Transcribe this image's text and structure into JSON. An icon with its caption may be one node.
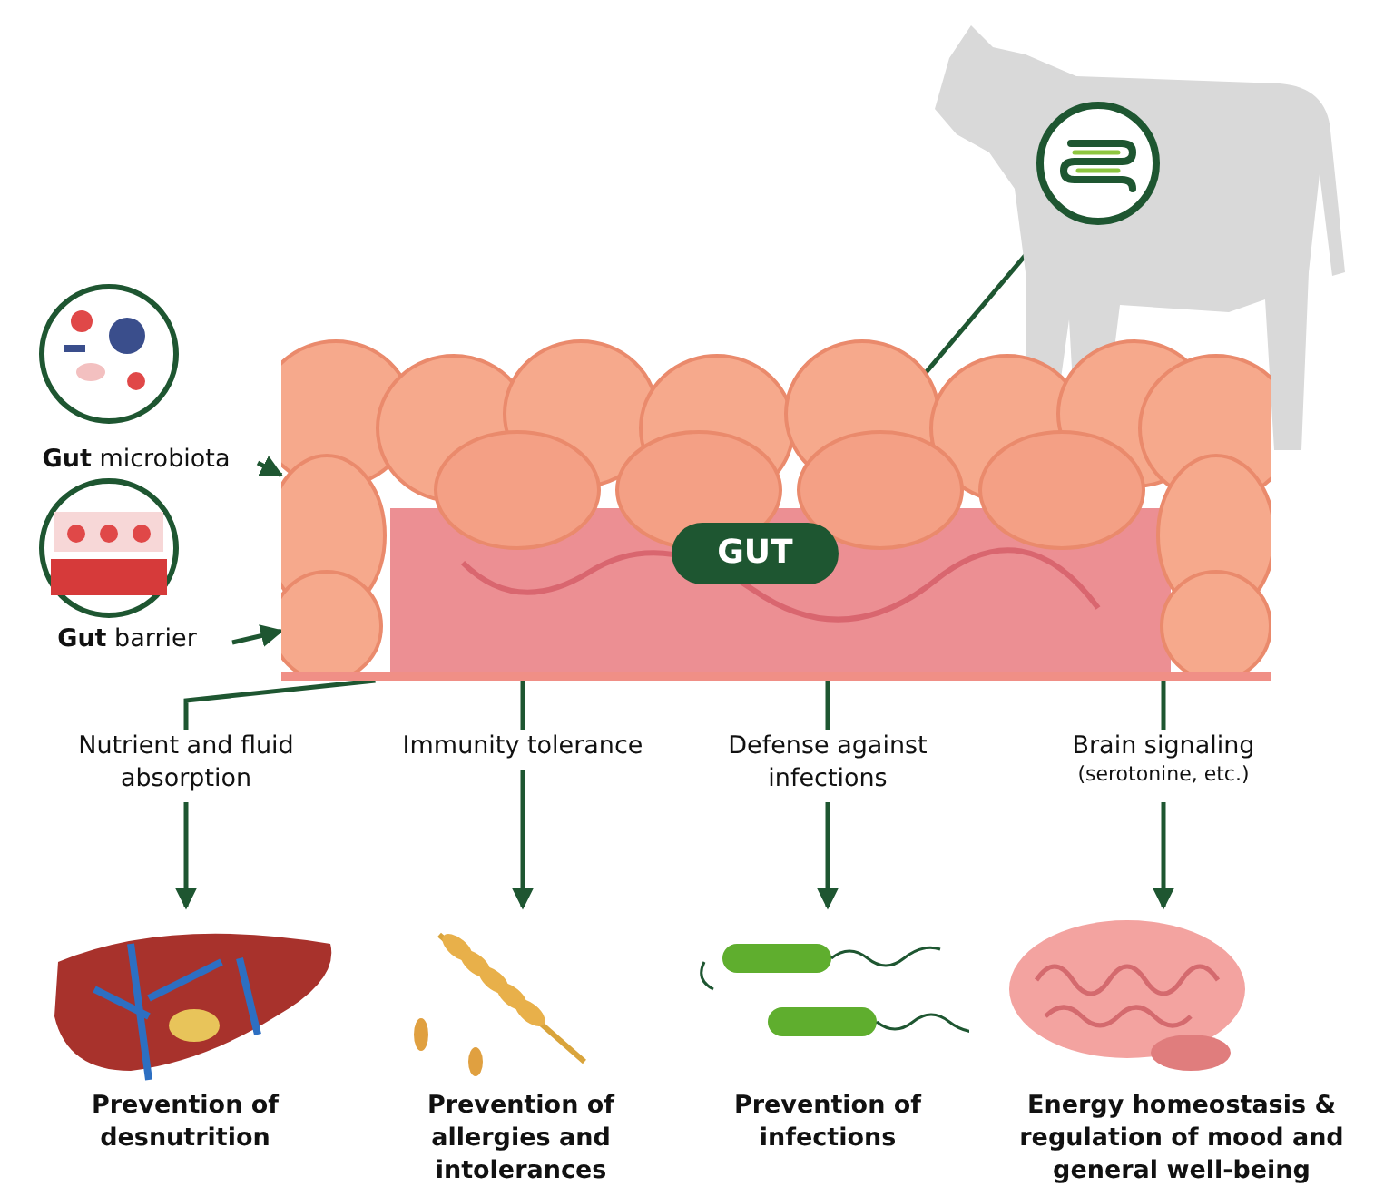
{
  "diagram": {
    "nodes": [
      {
        "text": [],
        "shape": "picture"
      },
      {
        "text": [],
        "shape": "circle",
        "in": 0
      },
      {
        "text": [],
        "shape": "picture"
      },
      {
        "text": [
          "GUT"
        ],
        "in": 2
      },
      {
        "text": [
          "**Gut** microbiota"
        ]
      },
      {
        "text": [
          "**Gut** barrier"
        ]
      },
      {
        "text": [
          "Nutrient and fluid absorption"
        ]
      },
      {
        "text": [
          "Immunity tolerance"
        ]
      },
      {
        "text": [
          "Defense against infections"
        ]
      },
      {
        "text": [
          "Brain signaling",
          "(serotonine, etc.)"
        ]
      },
      {
        "text": [
          "Prevention of desnutrition"
        ]
      },
      {
        "text": [
          "Prevention of allergies and intolerances"
        ]
      },
      {
        "text": [
          "Prevention of infections"
        ]
      },
      {
        "text": [
          "Energy homeostasis & regulation of mood and general well-being"
        ]
      }
    ],
    "edges": [
      {
        "from": 4,
        "to": 2,
        "arrow": "to"
      },
      {
        "from": 5,
        "to": 2,
        "arrow": "to"
      },
      {
        "from": 1,
        "to": 3,
        "arrow": "to"
      },
      {
        "from": 2,
        "to": 6,
        "arrow": "none"
      },
      {
        "from": 2,
        "to": 7,
        "arrow": "none"
      },
      {
        "from": 2,
        "to": 8,
        "arrow": "none"
      },
      {
        "from": 2,
        "to": 9,
        "arrow": "none"
      },
      {
        "from": 6,
        "to": 10,
        "arrow": "to"
      },
      {
        "from": 7,
        "to": 11,
        "arrow": "to"
      },
      {
        "from": 8,
        "to": 12,
        "arrow": "to"
      },
      {
        "from": 9,
        "to": 13,
        "arrow": "to"
      }
    ]
  }
}
